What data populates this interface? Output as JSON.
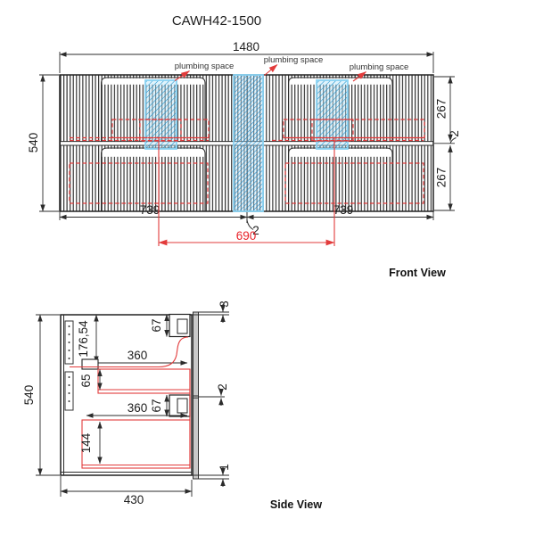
{
  "title": "CAWH42-1500",
  "front_view": {
    "caption": "Front View",
    "plumbing_labels": {
      "left": "plumbing space",
      "center": "plumbing space",
      "right": "plumbing space"
    },
    "dims": {
      "overall_width": "1480",
      "overall_height": "540",
      "left_span": "739",
      "right_span": "739",
      "drain_spacing": "690",
      "top_drawer_height": "267",
      "bottom_drawer_height": "267",
      "drawer_gap_side": "2",
      "drawer_gap_center": "2"
    }
  },
  "side_view": {
    "caption": "Side View",
    "dims": {
      "overall_height": "540",
      "overall_depth": "430",
      "top_drawer_depth": "360",
      "bottom_drawer_depth": "360",
      "top_bracket_depth": "67",
      "bottom_bracket_depth": "67",
      "top_clearance": "176,54",
      "top_drawer_inner_height": "65",
      "bottom_drawer_inner_height": "144",
      "gap_top": "3",
      "gap_middle": "2",
      "gap_bottom": "1"
    }
  },
  "colors": {
    "line": "#2b2b2b",
    "red": "#e23b3b",
    "blue_border": "#8ad3f3",
    "blue_hatch": "#1a93cf"
  }
}
